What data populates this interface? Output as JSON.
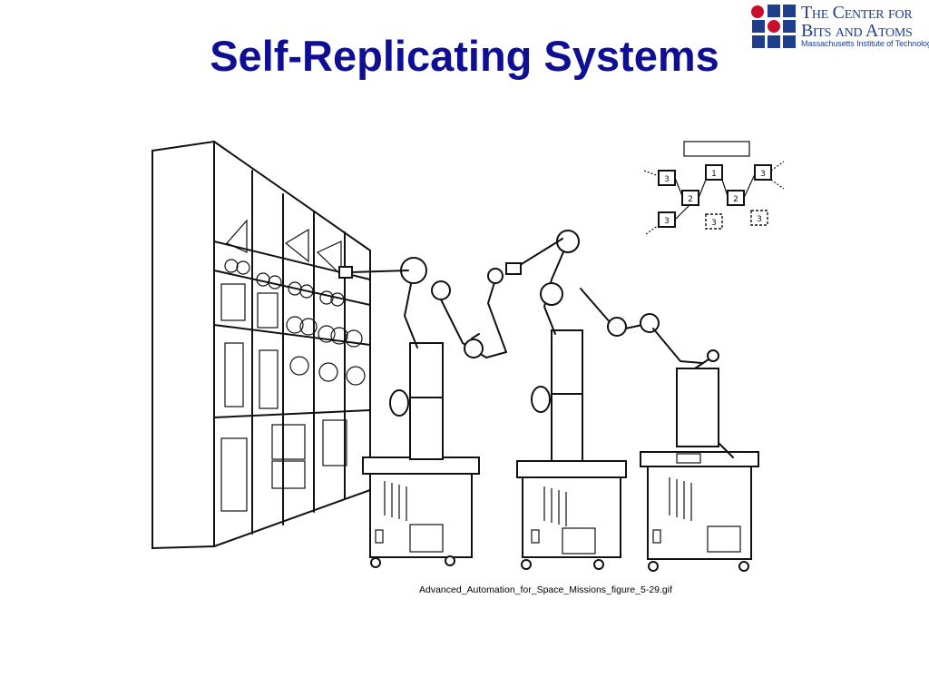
{
  "slide": {
    "title": "Self-Replicating Systems",
    "caption": "Advanced_Automation_for_Space_Missions_figure_5-29.gif"
  },
  "logo": {
    "line1": "The Center for",
    "line2": "Bits and Atoms",
    "line3": "Massachusetts Institute of Technology",
    "square_colors": [
      "#c8102e",
      "#1e3e8c"
    ]
  },
  "figure": {
    "diagram_labels": [
      "3",
      "2",
      "1",
      "2",
      "3",
      "3",
      "3",
      "3"
    ]
  },
  "colors": {
    "title": "#0f0f96",
    "logo_text": "#1e3e8c",
    "logo_red": "#c8102e"
  }
}
